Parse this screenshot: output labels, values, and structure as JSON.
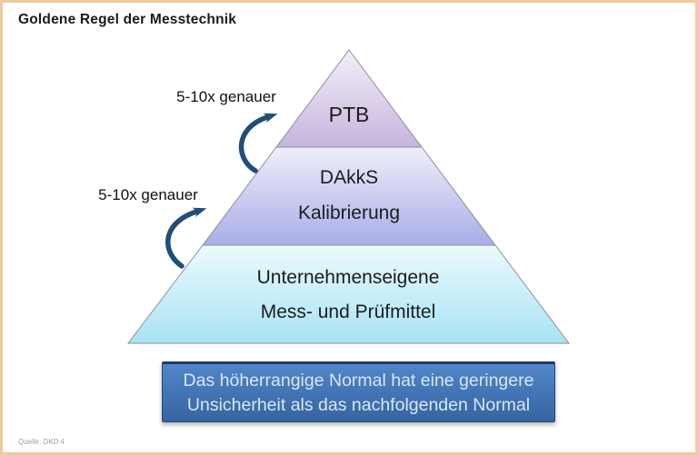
{
  "page": {
    "title": "Goldene Regel der Messtechnik",
    "source_note": "Quelle:  DKD 4",
    "border_color": "#f2c8a0"
  },
  "pyramid": {
    "levels": [
      {
        "name": "ptb",
        "lines": [
          "PTB"
        ],
        "fill_top": "#f4eff9",
        "fill_bottom": "#c6b4dd",
        "stroke": "#8d8da0"
      },
      {
        "name": "dakks-kalibrierung",
        "lines": [
          "DAkkS",
          "Kalibrierung"
        ],
        "fill_top": "#efeffa",
        "fill_bottom": "#a8ade7",
        "stroke": "#8d8da0"
      },
      {
        "name": "unternehmenseigene-mess-und-pruefmittel",
        "lines": [
          "Unternehmenseigene",
          "Mess- und Prüfmittel"
        ],
        "fill_top": "#ecfafd",
        "fill_bottom": "#a8e3f5",
        "stroke": "#8d8da0"
      }
    ]
  },
  "arrows": [
    {
      "label": "5-10x genauer",
      "color": "#1f4e79"
    },
    {
      "label": "5-10x genauer",
      "color": "#1f4e79"
    }
  ],
  "callout": {
    "line1": "Das höherrangige Normal hat eine geringere",
    "line2": "Unsicherheit als das nachfolgenden Normal",
    "bg_top": "#5286c6",
    "bg_bottom": "#38649f",
    "text_color": "#d9e7f6"
  }
}
